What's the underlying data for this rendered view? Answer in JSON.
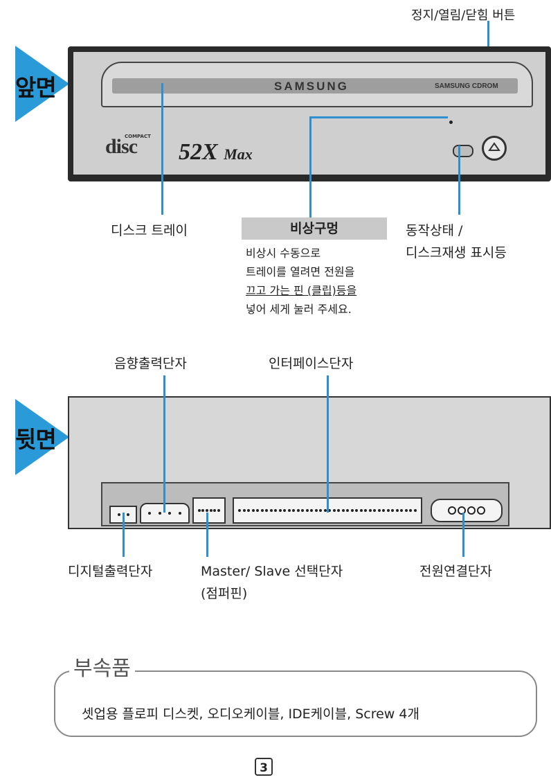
{
  "front": {
    "section_title": "앞면",
    "brand": "SAMSUNG",
    "model_text": "SAMSUNG CDROM",
    "disc_compact": "COMPACT",
    "disc_logo": "disc",
    "speed_text": "52X",
    "speed_suffix": "Max",
    "labels": {
      "eject_button": "정지/열림/닫힘 버튼",
      "disc_tray": "디스크 트레이",
      "emergency_hole": "비상구멍",
      "status_line1": "동작상태 /",
      "status_line2": "디스크재생 표시등"
    },
    "emergency_note": [
      "비상시 수동으로",
      "트레이를 열려면 전원을",
      "끄고 가는 핀 (클립)등을",
      "넣어 세게 눌러 주세요."
    ]
  },
  "back": {
    "section_title": "뒷면",
    "labels": {
      "audio_out": "음향출력단자",
      "interface": "인터페이스단자",
      "digital_out": "디지털출력단자",
      "master_slave_line1": "Master/ Slave 선택단자",
      "master_slave_line2": "(점퍼핀)",
      "power": "전원연결단자"
    }
  },
  "accessories": {
    "title": "부속품",
    "text": "셋업용 플로피 디스켓, 오디오케이블, IDE케이블, Screw 4개"
  },
  "page_number": "3",
  "colors": {
    "accent_triangle": "#2a9ad8",
    "leader_line": "#2d8fd0"
  }
}
